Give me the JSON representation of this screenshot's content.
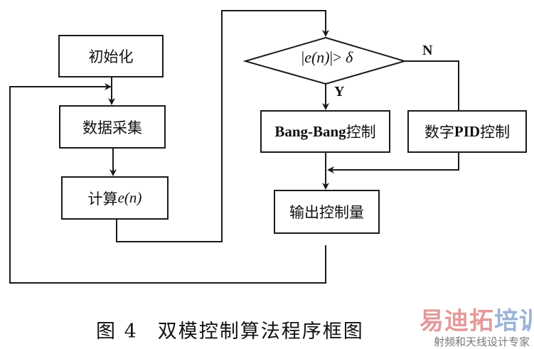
{
  "nodes": {
    "init": {
      "label": "初始化"
    },
    "acquire": {
      "label": "数据采集"
    },
    "compute": {
      "label_cn": "计算",
      "label_math": "e(n)"
    },
    "decision": {
      "abs_open": "|",
      "e": "e",
      "paren": "(n)",
      "abs_close": "|",
      "op": ">",
      "delta": "δ"
    },
    "bangbang": {
      "label_latin": "Bang-Bang",
      "label_cn": "控制"
    },
    "pid": {
      "label_cn1": "数字",
      "label_latin": "PID",
      "label_cn2": "控制"
    },
    "output": {
      "label": "输出控制量"
    }
  },
  "branch_labels": {
    "yes": "Y",
    "no": "N"
  },
  "caption": {
    "figure_number": "图 4",
    "title": "双模控制算法程序框图"
  },
  "watermark": {
    "main_part1": "易迪拓",
    "main_part2": "培训",
    "sub": "射频和天线设计专家"
  },
  "colors": {
    "line": "#1a1a1a",
    "watermark_red": "#e39a9a",
    "watermark_blue": "#9ab4d6"
  }
}
